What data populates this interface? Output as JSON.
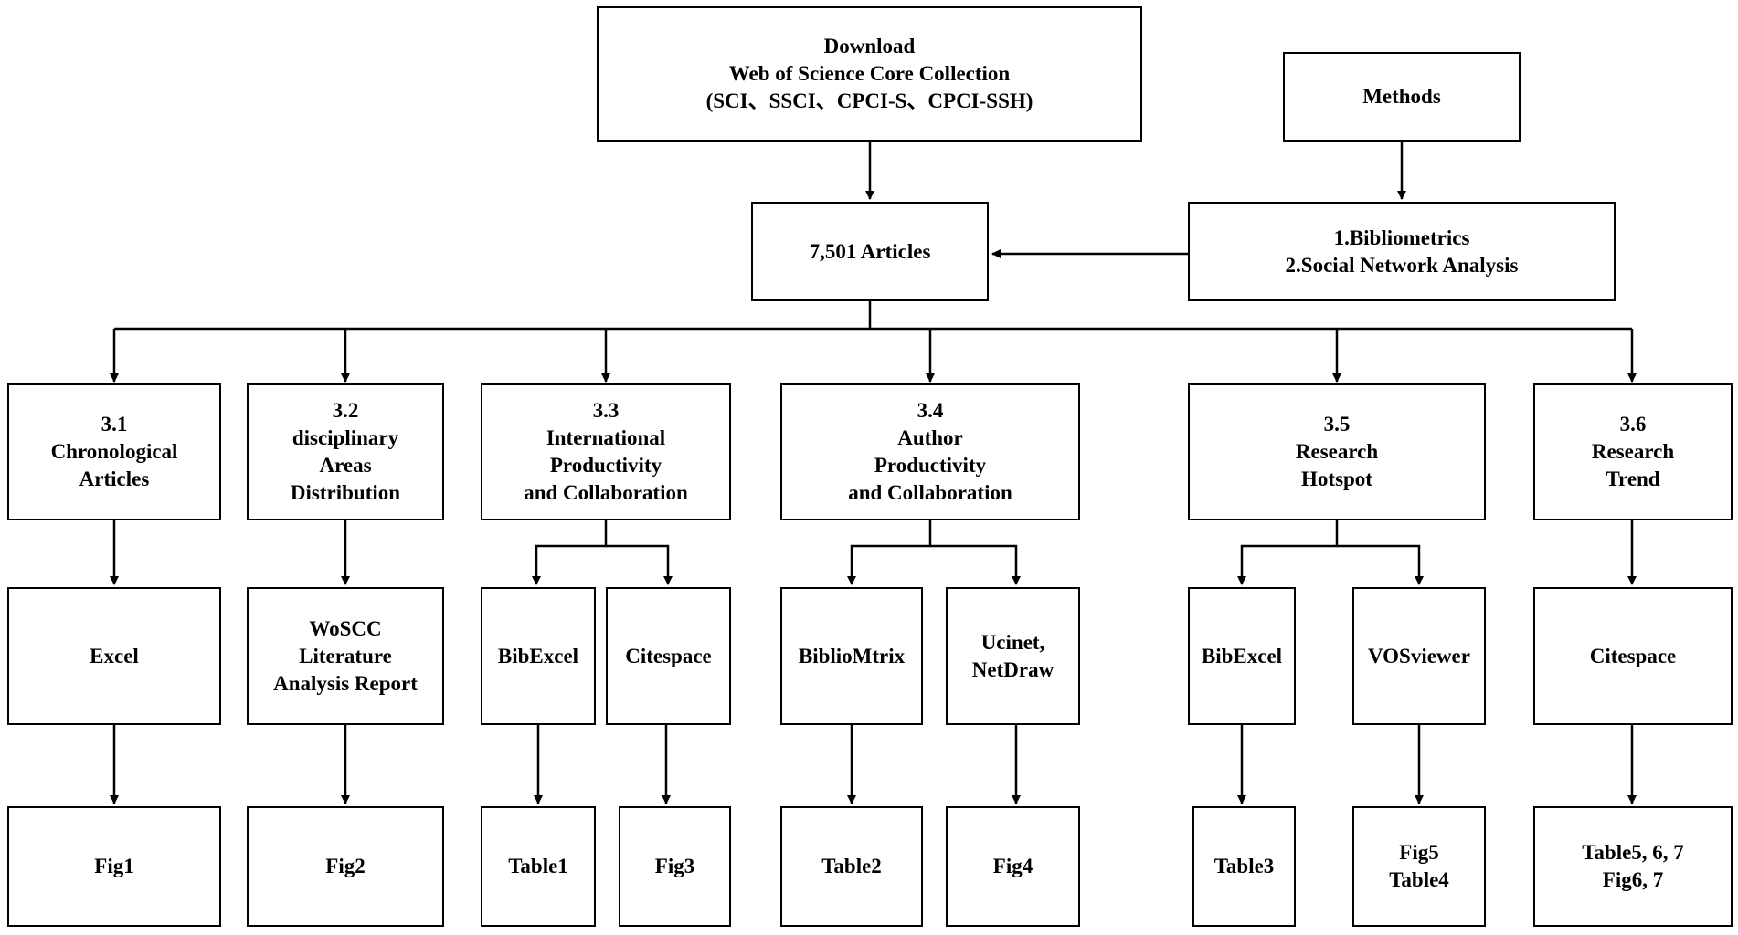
{
  "diagram": {
    "download": "Download\nWeb of Science Core Collection\n(SCI、SSCI、CPCI-S、CPCI-SSH)",
    "methods": "Methods",
    "articles": "7,501 Articles",
    "methods_list": "1.Bibliometrics\n2.Social Network Analysis",
    "sections": [
      {
        "title": "3.1\nChronological\nArticles",
        "tools": [
          {
            "name": "Excel",
            "output": "Fig1"
          }
        ]
      },
      {
        "title": "3.2\ndisciplinary\nAreas\nDistribution",
        "tools": [
          {
            "name": "WoSCC\nLiterature\nAnalysis Report",
            "output": "Fig2"
          }
        ]
      },
      {
        "title": "3.3\nInternational\nProductivity\nand Collaboration",
        "tools": [
          {
            "name": "BibExcel",
            "output": "Table1"
          },
          {
            "name": "Citespace",
            "output": "Fig3"
          }
        ]
      },
      {
        "title": "3.4\nAuthor\nProductivity\nand Collaboration",
        "tools": [
          {
            "name": "BiblioMtrix",
            "output": "Table2"
          },
          {
            "name": "Ucinet,\nNetDraw",
            "output": "Fig4"
          }
        ]
      },
      {
        "title": "3.5\nResearch\nHotspot",
        "tools": [
          {
            "name": "BibExcel",
            "output": "Table3"
          },
          {
            "name": "VOSviewer",
            "output": "Fig5\nTable4"
          }
        ]
      },
      {
        "title": "3.6\nResearch\nTrend",
        "tools": [
          {
            "name": "Citespace",
            "output": "Table5, 6, 7\nFig6, 7"
          }
        ]
      }
    ]
  }
}
